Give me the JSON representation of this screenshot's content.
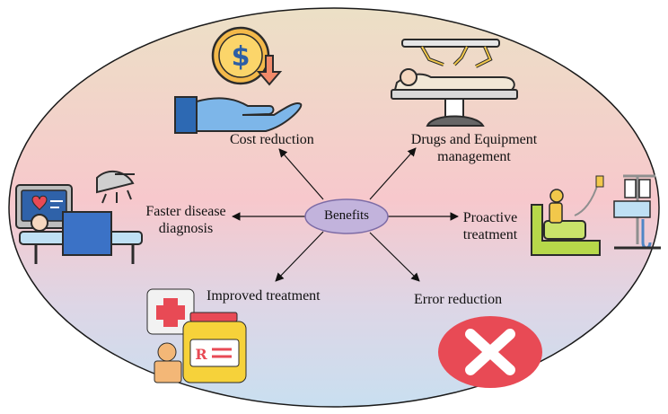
{
  "hub": {
    "label": "Benefits"
  },
  "benefits": {
    "cost_reduction": "Cost reduction",
    "drugs_equipment": {
      "line1": "Drugs and Equipment",
      "line2": "management"
    },
    "faster_diagnosis": {
      "line1": "Faster disease",
      "line2": "diagnosis"
    },
    "proactive_treatment": {
      "line1": "Proactive",
      "line2": "treatment"
    },
    "improved_treatment": "Improved treatment",
    "error_reduction": "Error reduction"
  },
  "colors": {
    "ellipse_top": "#ece0c6",
    "ellipse_middle": "#f7c8cc",
    "ellipse_bottom": "#c9dff0",
    "hub_fill": "#c2b3dc",
    "hub_stroke": "#7d6ca6",
    "arrow": "#111111",
    "error_icon": "#e84a55"
  },
  "icons": [
    "dollar-coin-hand-icon",
    "surgery-robot-icon",
    "ultrasound-diagnosis-icon",
    "iv-chair-icon",
    "medicine-bottle-icon",
    "error-cross-icon"
  ]
}
